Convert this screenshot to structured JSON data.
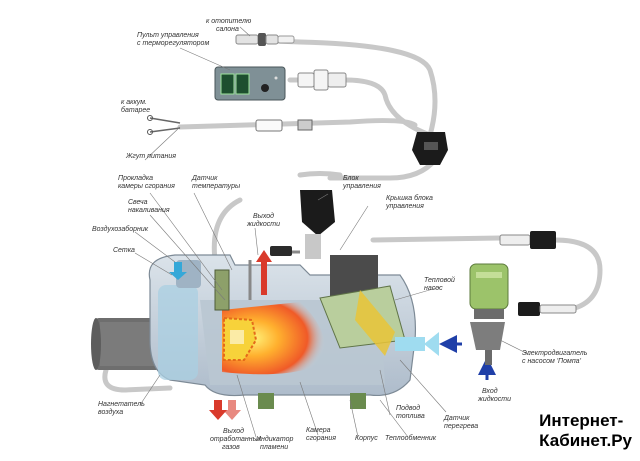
{
  "labels": {
    "heater_outlet": [
      "к отопителю",
      "салона"
    ],
    "control_panel": [
      "Пульт управления",
      "с терморегулятором"
    ],
    "battery": [
      "к аккум.",
      "батарее"
    ],
    "power_harness": "Жгут питания",
    "combustion_gasket": [
      "Прокладка",
      "камеры сгорания"
    ],
    "temp_sensor": [
      "Датчик",
      "температуры"
    ],
    "glow_plug": [
      "Свеча",
      "накаливания"
    ],
    "air_intake": "Воздухозаборник",
    "mesh": "Сетка",
    "liquid_outlet": [
      "Выход",
      "жидкости"
    ],
    "control_unit": [
      "Блок",
      "управления"
    ],
    "control_unit_cover": [
      "Крышка блока",
      "управления"
    ],
    "heat_pump": [
      "Тепловой",
      "насос"
    ],
    "electric_pump": [
      "Электродвигатель",
      "с насосом 'Помпа'"
    ],
    "liquid_inlet": [
      "Вход",
      "жидкости"
    ],
    "air_blower": [
      "Нагнетатель",
      "воздуха"
    ],
    "exhaust_outlet": [
      "Выход",
      "отработанных",
      "газов"
    ],
    "flame_indicator": [
      "Индикатор",
      "пламени"
    ],
    "combustion_chamber": [
      "Камера",
      "сгорания"
    ],
    "housing": "Корпус",
    "heat_exchanger": "Теплообменник",
    "fuel_supply": [
      "Подвод",
      "топлива"
    ],
    "overheat_sensor": [
      "Датчик",
      "перегрева"
    ]
  },
  "watermark": [
    "Интернет-",
    "Кабинет.Ру"
  ],
  "colors": {
    "hose": "#c8c8c8",
    "housing": "#c9d3dc",
    "flame": "#f05a28",
    "arrow_blue": "#1f3fa8",
    "arrow_red": "#d93a2b",
    "water_blue": "#9fdcf0",
    "panel_green": "#2e7d4f",
    "pump_green": "#9cc36a"
  }
}
